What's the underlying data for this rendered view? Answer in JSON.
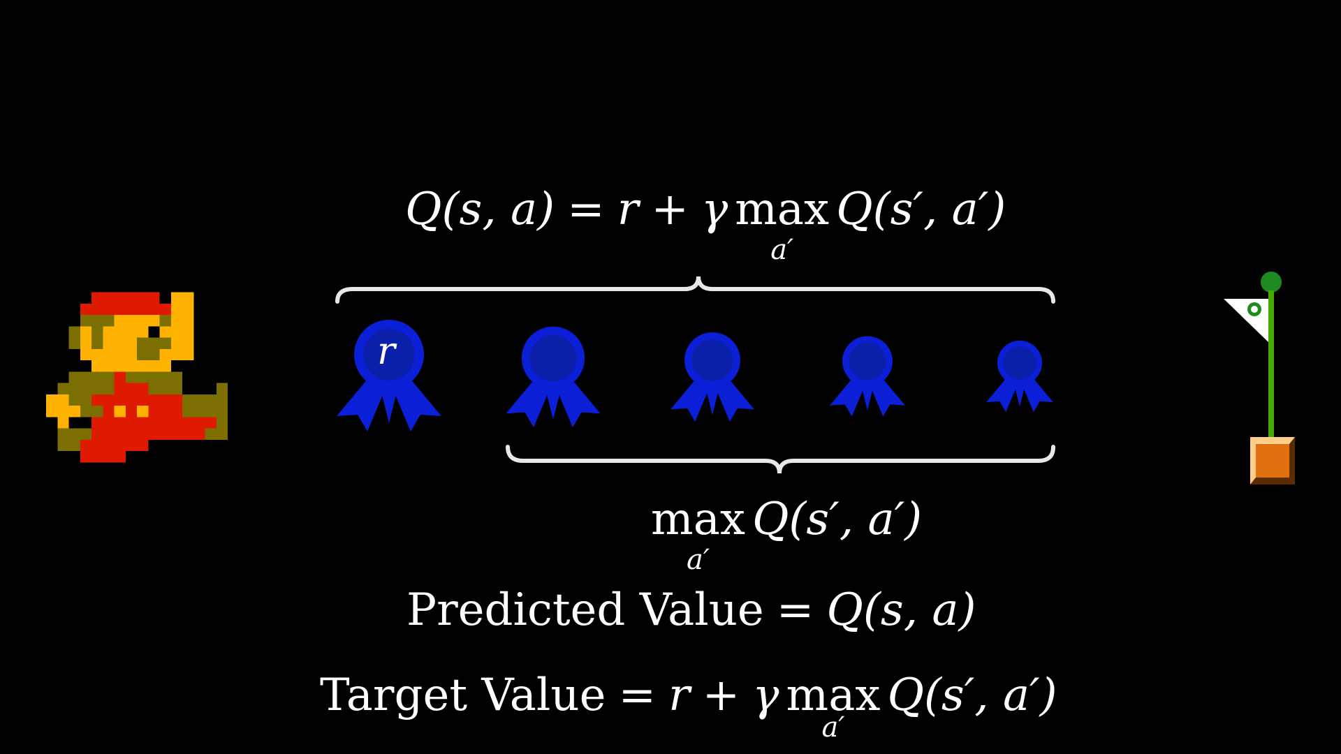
{
  "equations": {
    "bellman": {
      "lhs": "Q(s, a)",
      "eq": "=",
      "r": "r",
      "plus": "+",
      "gamma": "γ",
      "max": "max",
      "max_sub": "a′",
      "rhs": "Q(s′, a′)"
    },
    "future": {
      "max": "max",
      "max_sub": "a′",
      "rhs": "Q(s′, a′)"
    },
    "predicted": {
      "label": "Predicted Value",
      "eq": "=",
      "rhs": "Q(s, a)"
    },
    "target": {
      "label": "Target Value",
      "eq": "=",
      "r": "r",
      "plus": "+",
      "gamma": "γ",
      "max": "max",
      "max_sub": "a′",
      "rhs": "Q(s′, a′)"
    }
  },
  "rewards": {
    "first_label": "r",
    "count": 5,
    "color": "#0a1fd6"
  },
  "colors": {
    "brace": "#e8e8e8",
    "mario_red": "#e01a00",
    "mario_olive": "#7a6f00",
    "mario_yellow": "#ffb300",
    "pole_green": "#46a900",
    "block_orange": "#e07010"
  },
  "icons": {
    "player": "mario-sprite-icon",
    "goal": "flagpole-icon",
    "reward": "ribbon-award-icon"
  }
}
